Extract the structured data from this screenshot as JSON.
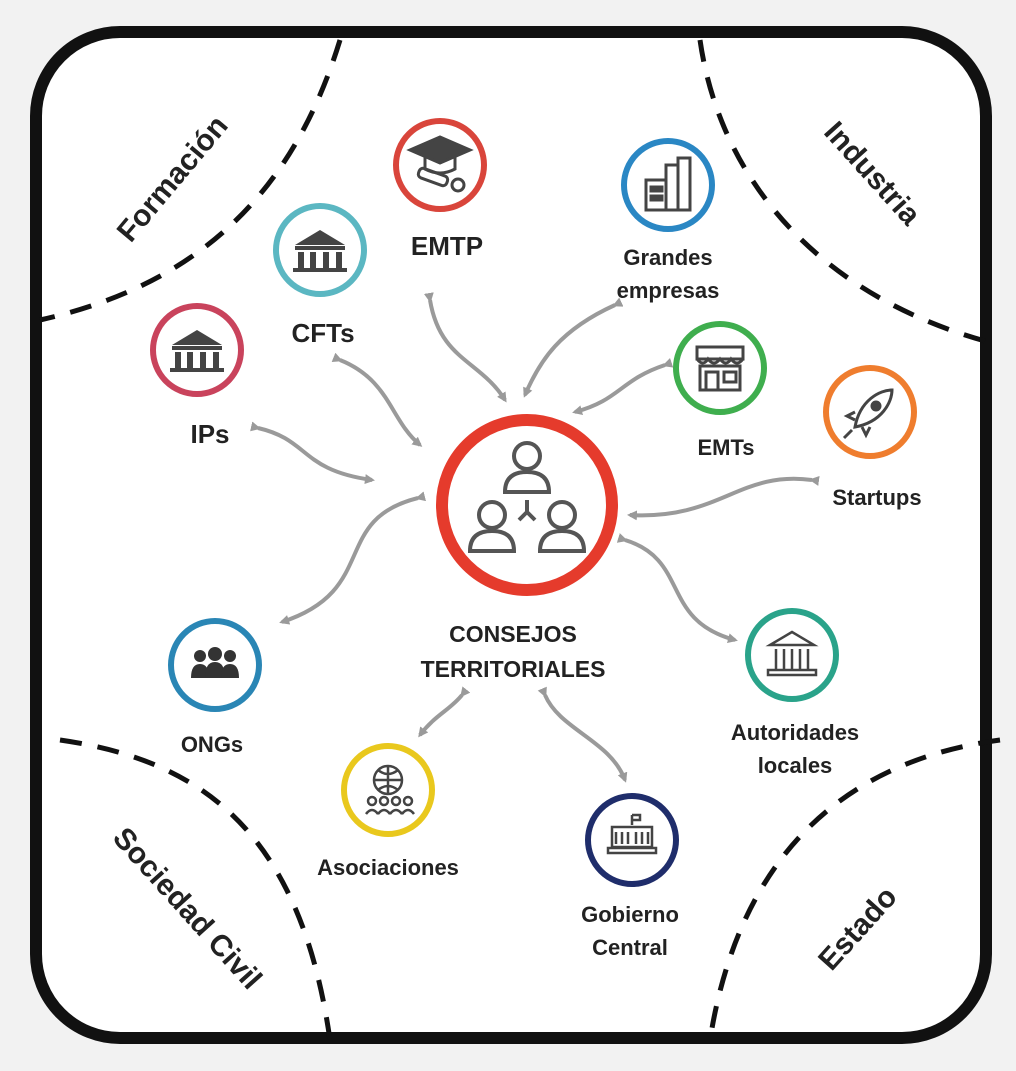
{
  "center": {
    "line1": "CONSEJOS",
    "line2": "TERRITORIALES",
    "icon": "people-network-icon",
    "color": "#e53b2c"
  },
  "sectors": {
    "formacion": "Formación",
    "industria": "Industria",
    "sociedad_civil": "Sociedad Civil",
    "estado": "Estado"
  },
  "nodes": {
    "emtp": {
      "label": "EMTP",
      "icon": "graduation-cap-diploma-icon",
      "color": "#d9453b"
    },
    "cfts": {
      "label": "CFTs",
      "icon": "institution-building-icon",
      "color": "#5bb7c2"
    },
    "ips": {
      "label": "IPs",
      "icon": "institution-building-icon",
      "color": "#c9435c"
    },
    "grandes": {
      "line1": "Grandes",
      "line2": "empresas",
      "icon": "office-buildings-icon",
      "color": "#2a87c4"
    },
    "emts": {
      "label": "EMTs",
      "icon": "storefront-icon",
      "color": "#3fae4e"
    },
    "startups": {
      "label": "Startups",
      "icon": "rocket-icon",
      "color": "#ef7d2e"
    },
    "ongs": {
      "label": "ONGs",
      "icon": "group-people-icon",
      "color": "#2a86b5"
    },
    "asociaciones": {
      "label": "Asociaciones",
      "icon": "globe-people-icon",
      "color": "#e9c81d"
    },
    "gobierno": {
      "line1": "Gobierno",
      "line2": "Central",
      "icon": "government-building-icon",
      "color": "#1f2d6b"
    },
    "autoridades": {
      "line1": "Autoridades",
      "line2": "locales",
      "icon": "courthouse-icon",
      "color": "#2aa38a"
    }
  }
}
